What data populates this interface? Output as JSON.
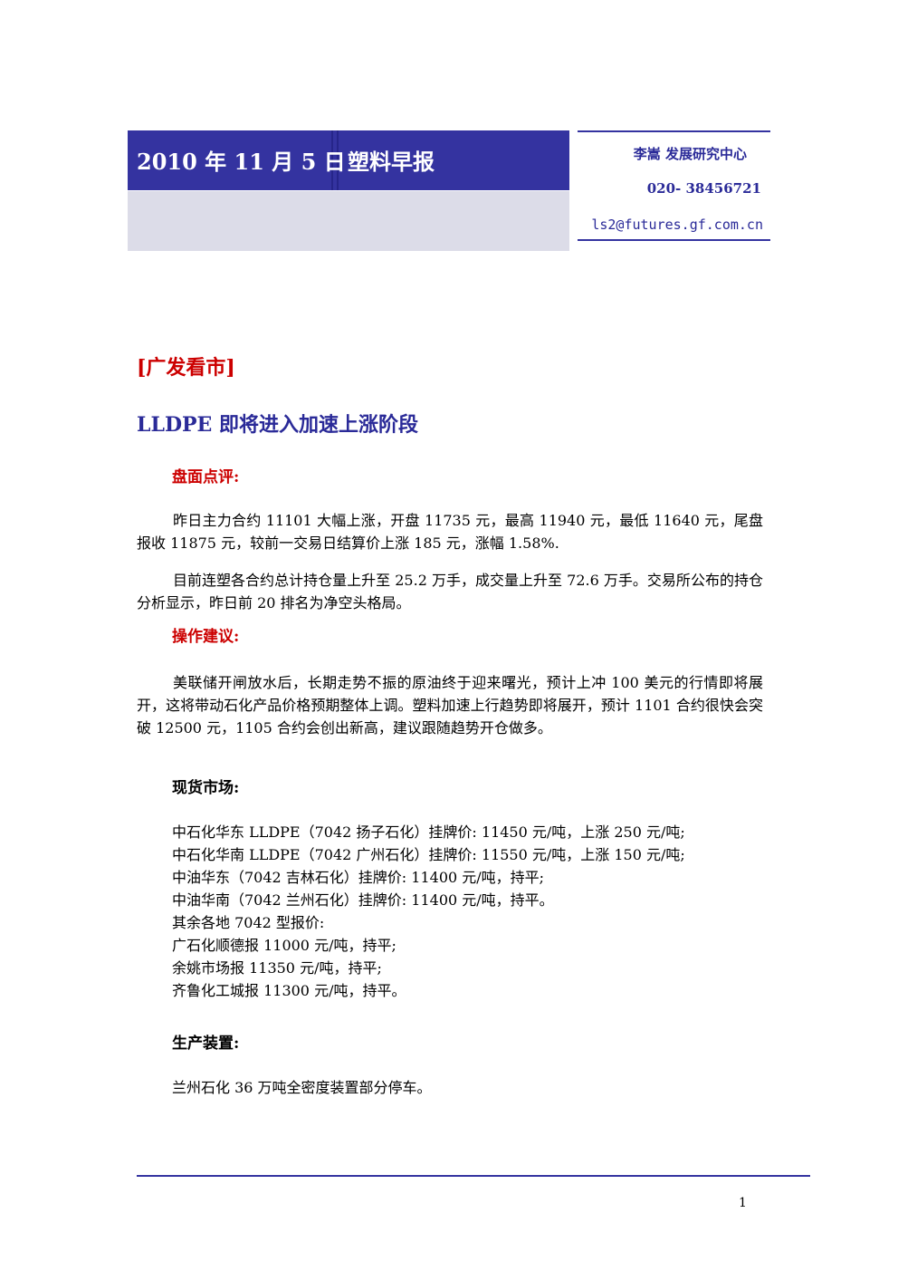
{
  "header": {
    "date": "2010 年 11 月 5 日",
    "title": "塑料早报",
    "analyst_line": "李嵩  发展研究中心",
    "phone": "020- 38456721",
    "email": "ls2@futures.gf.com.cn",
    "banner_color": "#3433a0"
  },
  "section_tag": "[广发看市]",
  "headline": "LLDPE 即将进入加速上涨阶段",
  "market_review": {
    "heading": "盘面点评:",
    "paragraphs": [
      "昨日主力合约 11101 大幅上涨，开盘 11735 元，最高 11940 元，最低 11640 元，尾盘报收 11875 元，较前一交易日结算价上涨 185 元，涨幅 1.58%.",
      "目前连塑各合约总计持仓量上升至 25.2 万手，成交量上升至 72.6 万手。交易所公布的持仓分析显示，昨日前 20 排名为净空头格局。"
    ]
  },
  "advice": {
    "heading": "操作建议:",
    "paragraph": "美联储开闸放水后，长期走势不振的原油终于迎来曙光，预计上冲 100 美元的行情即将展开，这将带动石化产品价格预期整体上调。塑料加速上行趋势即将展开，预计 1101 合约很快会突破 12500 元，1105 合约会创出新高，建议跟随趋势开仓做多。"
  },
  "spot_market": {
    "heading": "现货市场:",
    "lines": [
      "中石化华东 LLDPE（7042 扬子石化）挂牌价: 11450 元/吨，上涨 250 元/吨;",
      "中石化华南 LLDPE（7042 广州石化）挂牌价: 11550 元/吨，上涨 150 元/吨;",
      "中油华东（7042 吉林石化）挂牌价: 11400 元/吨，持平;",
      "中油华南（7042 兰州石化）挂牌价: 11400 元/吨，持平。",
      "其余各地 7042 型报价:",
      "广石化顺德报 11000 元/吨，持平;",
      "余姚市场报 11350 元/吨，持平;",
      "齐鲁化工城报 11300 元/吨，持平。"
    ]
  },
  "production": {
    "heading": "生产装置:",
    "line": "兰州石化 36 万吨全密度装置部分停车。"
  },
  "page_number": "1"
}
